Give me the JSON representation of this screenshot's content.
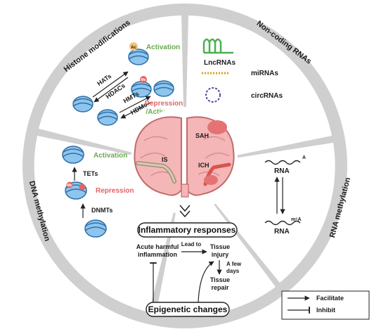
{
  "sectors": {
    "histone": "Histone modifications",
    "ncrna": "Non-coding RNAs",
    "dna": "DNA methylation",
    "rna": "RNA methylation"
  },
  "histone": {
    "ac": "Ac",
    "me": "Me",
    "activation": "Activation",
    "hats": "HATs",
    "hdacs": "HDACs",
    "hmts": "HMTs",
    "hdms": "HDMs",
    "repression": "Repression",
    "activation2": "/Activation"
  },
  "ncrna": {
    "lnc": "LncRNAs",
    "mi": "miRNAs",
    "circ": "circRNAs"
  },
  "dna": {
    "activation": "Activation",
    "tets": "TETs",
    "repression": "Repression",
    "dnmts": "DNMTs",
    "me": "Me"
  },
  "rna": {
    "rna_top": "RNA",
    "a": "A",
    "rna_bottom": "RNA",
    "m6a": "m⁶A"
  },
  "brain": {
    "sah": "SAH",
    "is": "IS",
    "ich": "ICH"
  },
  "center": {
    "inflammatory": "Inflammatory responses",
    "acute1": "Acute harmful",
    "acute2": "inflammation",
    "lead_to": "Lead to",
    "tissue1": "Tissue",
    "tissue2": "injury",
    "afew1": "A few",
    "afew2": "days",
    "repair1": "Tissue",
    "repair2": "repair",
    "epigenetic": "Epigenetic changes"
  },
  "legend": {
    "facilitate": "Facilitate",
    "inhibit": "Inhibit"
  },
  "colors": {
    "ring": "#cfcfcf",
    "sector_fill": "#ffffff",
    "nucleosome": "#5b9bd5",
    "brain": "#f4b6b6",
    "brain_dark": "#e57373",
    "green": "#6aa84f",
    "red": "#e06666",
    "circ": "#4a4aa8",
    "mirna": "#d4a017",
    "lnc": "#4caf50"
  }
}
